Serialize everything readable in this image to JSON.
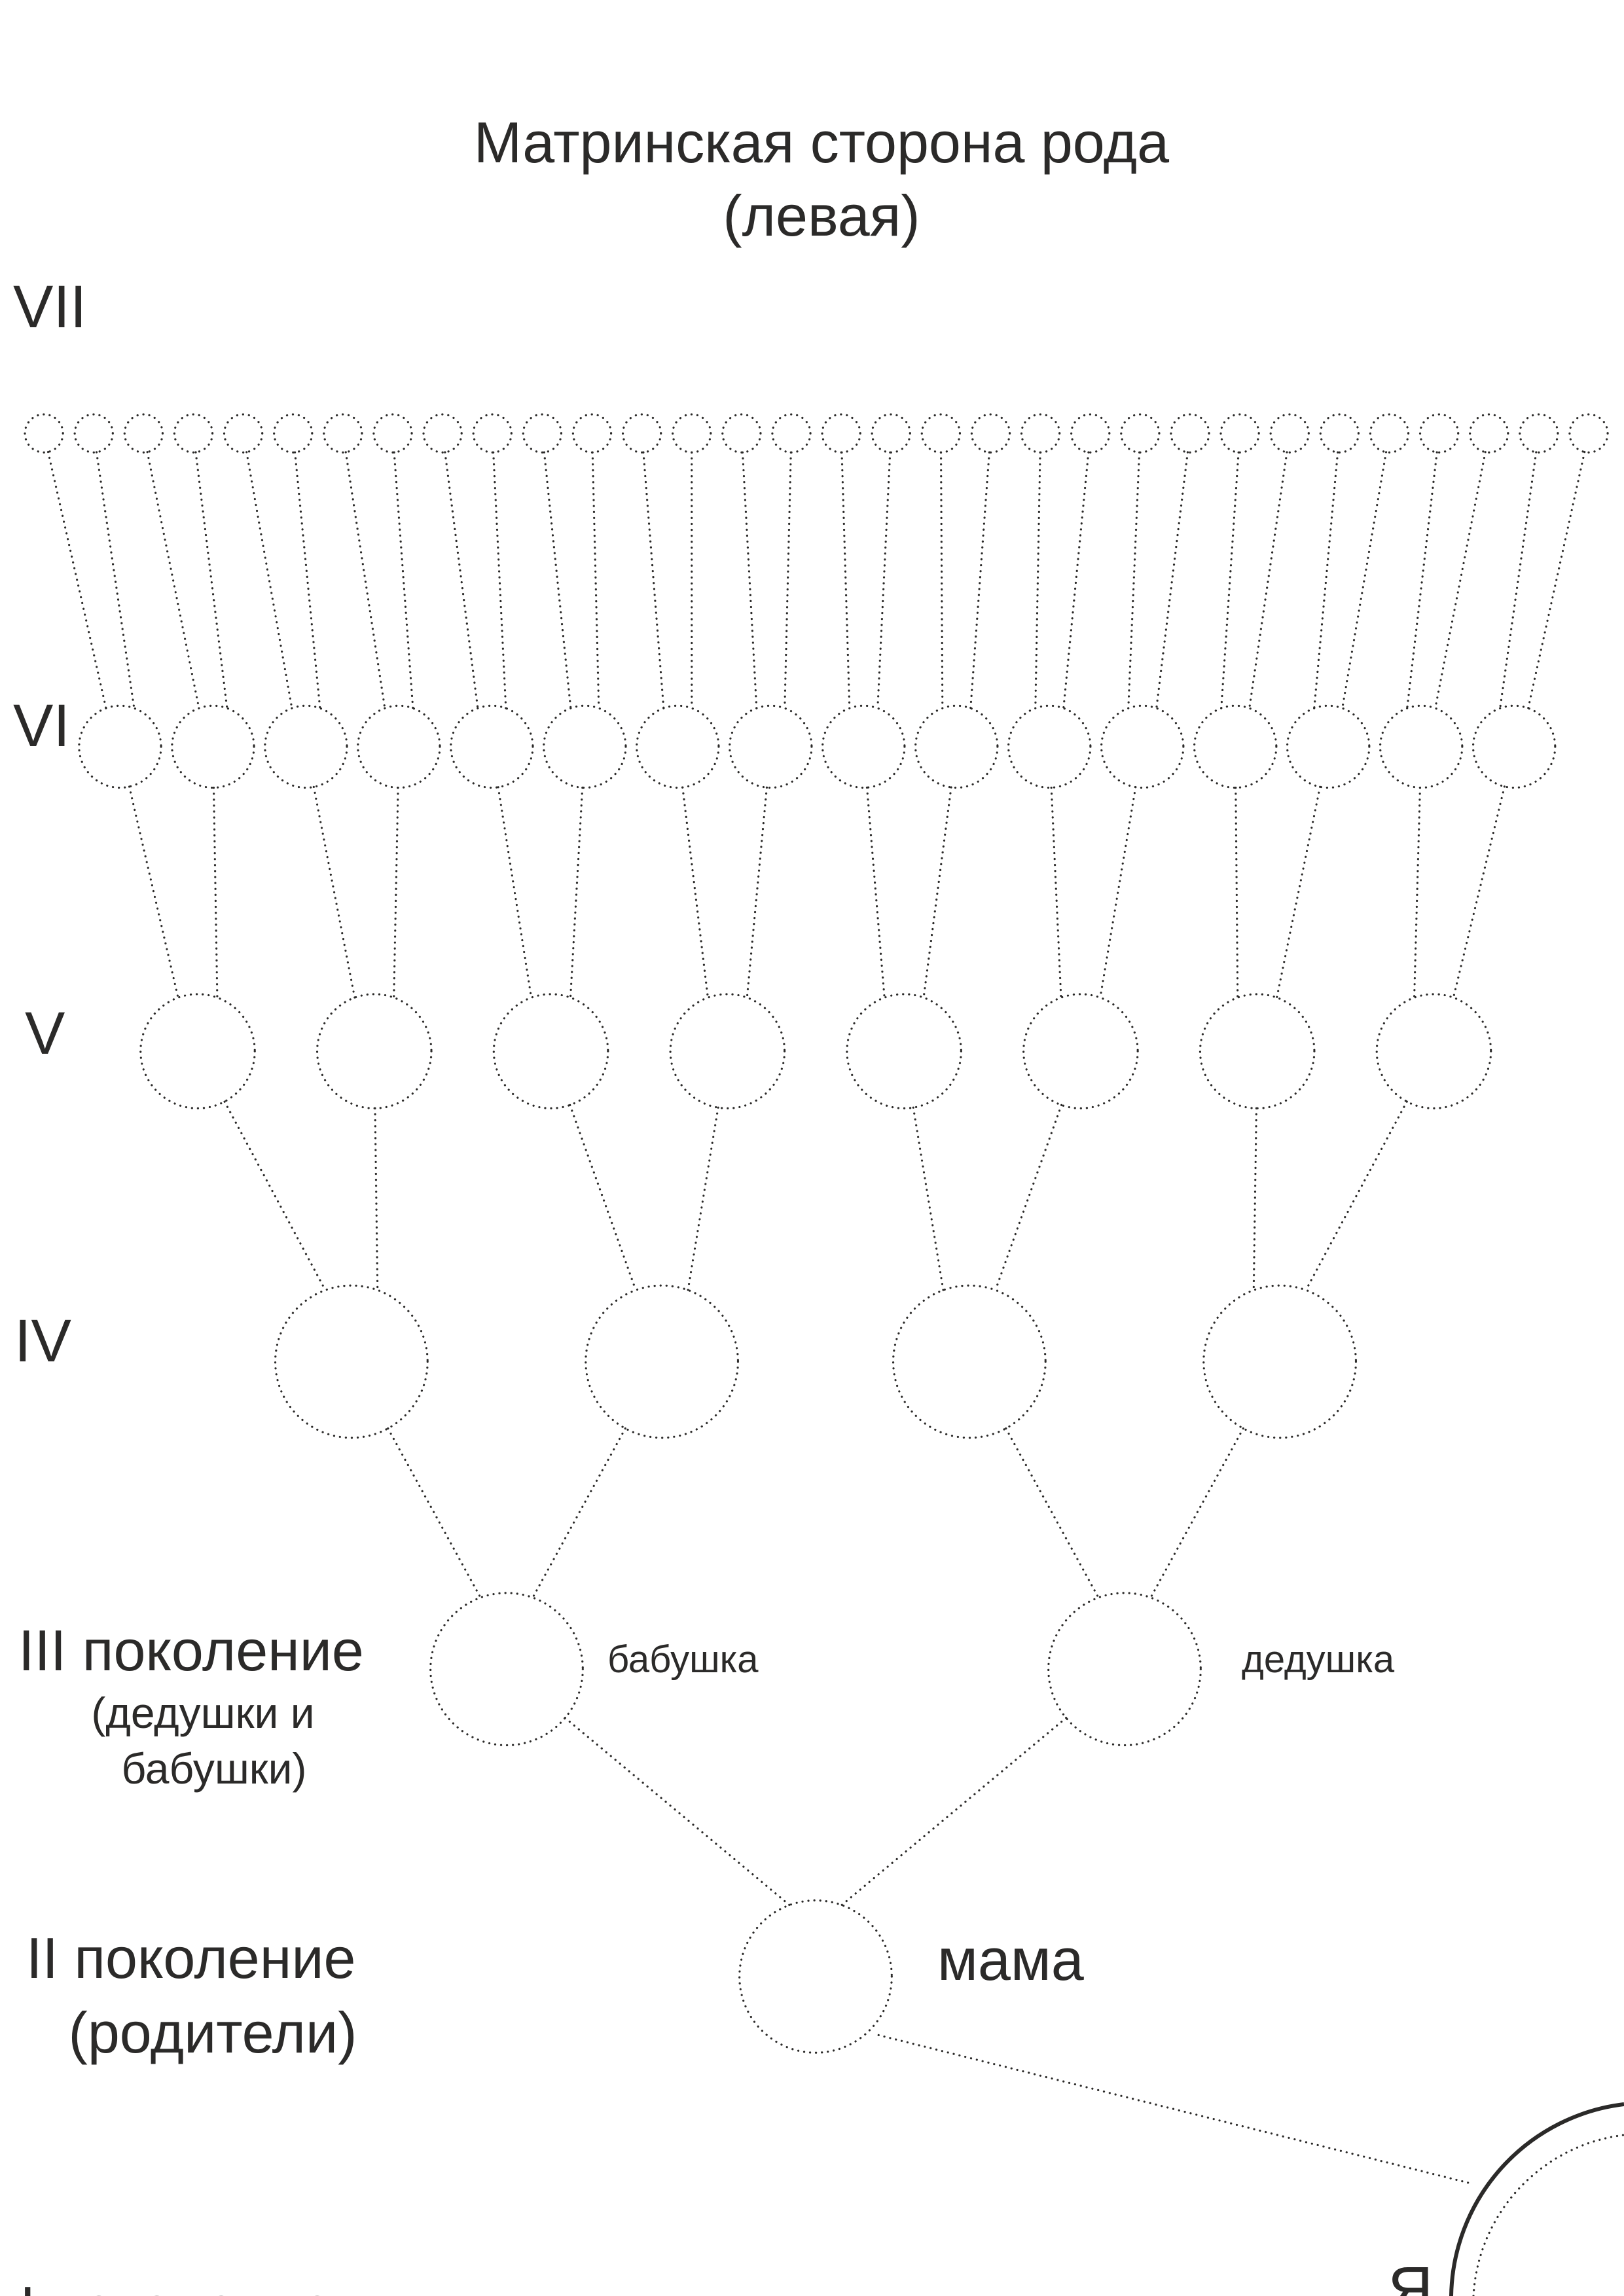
{
  "title": {
    "line1": "Матринская сторона рода",
    "line2": "(левая)"
  },
  "generations": {
    "vii": "VII",
    "vi": "VI",
    "v": "V",
    "iv": "IV",
    "iii": {
      "line1": "III поколение",
      "line2": "(дедушки и",
      "line3": "бабушки)"
    },
    "ii": {
      "line1": "II поколение",
      "line2": "(родители)"
    },
    "i": "I поколение"
  },
  "people": {
    "grandmother": "бабушка",
    "grandfather": "дедушка",
    "mother": "мама",
    "me": "Я"
  },
  "colors": {
    "ink": "#2b2a29"
  }
}
